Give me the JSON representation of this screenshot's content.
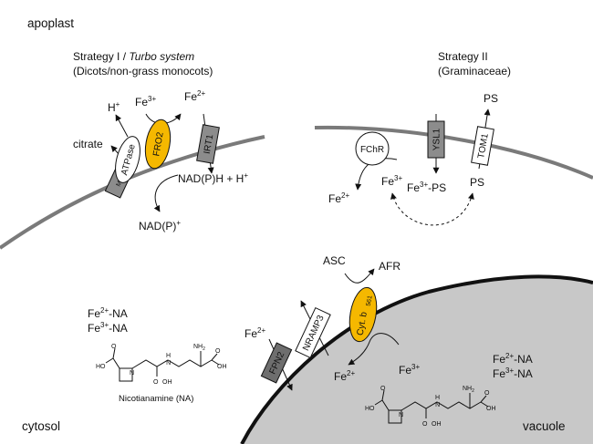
{
  "compartments": {
    "apoplast": "apoplast",
    "cytosol": "cytosol",
    "vacuole": "vacuole"
  },
  "strategy_one": {
    "title_prefix": "Strategy I / ",
    "title_italic": "Turbo system",
    "subtitle": "(Dicots/non-grass monocots)"
  },
  "strategy_two": {
    "title": "Strategy II",
    "subtitle": "(Graminaceae)"
  },
  "transporters": {
    "mate": "MATE",
    "atpase": "ATPase",
    "fro2": "FRO2",
    "irt1": "IRT1",
    "fchr": "FChR",
    "ysl1": "YSL1",
    "tom1": "TOM1",
    "fpn2": "FPN2",
    "nramp3": "NRAMP3",
    "cyt_main": "Cyt. b",
    "cyt_sub": "561"
  },
  "species": {
    "citrate": "citrate",
    "h_base": "H",
    "h_sup": "+",
    "fe3_base": "Fe",
    "fe3_sup": "3+",
    "fe2_base": "Fe",
    "fe2_sup": "2+",
    "nadph": "NAD(P)H + H",
    "nadph_sup": "+",
    "nadp": "NAD(P)",
    "nadp_sup": "+",
    "fe3_ps": "-PS",
    "ps": "PS",
    "asc": "ASC",
    "afr": "AFR",
    "na_suffix": "-NA"
  },
  "molecule": {
    "name": "Nicotianamine (NA)",
    "atom_nh2": "NH",
    "atom_nh2_sub": "2",
    "atom_ho": "HO",
    "atom_o": "O",
    "atom_oh": "OH",
    "atom_n": "N",
    "atom_h": "H"
  },
  "colors": {
    "membrane": "#7a7a7a",
    "vacuole_fill": "#c8c8c8",
    "fro2_fill": "#f5b800",
    "gray_protein": "#8c8c8c",
    "light_gray_protein": "#b0b0b0",
    "dark_gray_protein": "#6e6e6e"
  }
}
